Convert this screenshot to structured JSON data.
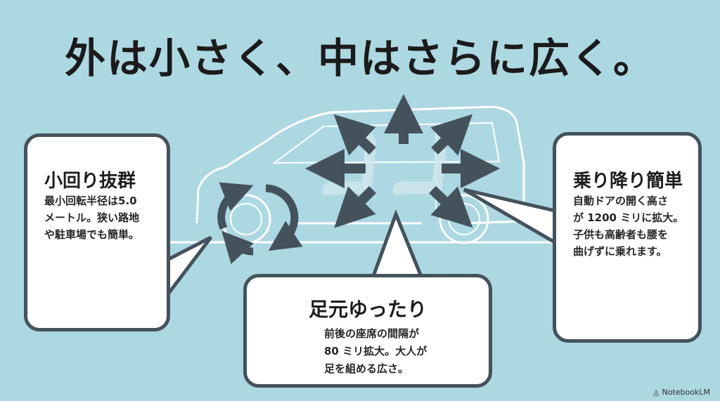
{
  "title": "外は小さく、中はさらに広く。",
  "cards": {
    "turning": {
      "heading": "小回り抜群",
      "lines": [
        "最小回転半径は5.0",
        "メートル。狭い路地",
        "や駐車場でも簡単。"
      ],
      "icon": "car-top-view-icon"
    },
    "legroom": {
      "heading": "足元ゆったり",
      "lines": [
        "前後の座席の間隔が",
        "80 ミリ拡大。大人が",
        "足を組める広さ。"
      ],
      "icon": "seated-person-icon"
    },
    "entry": {
      "heading": "乗り降り簡単",
      "lines": [
        "自動ドアの開く高さ",
        "が 1200 ミリに拡大。",
        "子供も高齢者も腰を",
        "曲げずに乗れます。"
      ],
      "icon": "person-entering-door-icon"
    }
  },
  "footer": {
    "brand": "NotebookLM"
  },
  "colors": {
    "background": "#acd8e2",
    "dark": "#44525c",
    "outline": "#ffffff",
    "accent": "#a9d2de"
  }
}
